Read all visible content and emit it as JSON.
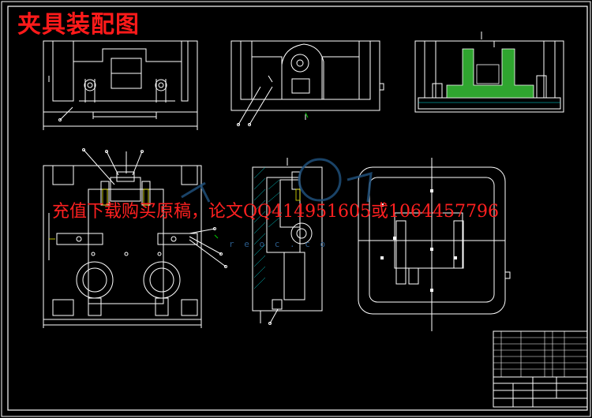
{
  "title": "夹具装配图",
  "watermark": "充值下载购买原稿，论文QQ414951605或1064457796",
  "watermark_url": "r e   o c . c o"
}
